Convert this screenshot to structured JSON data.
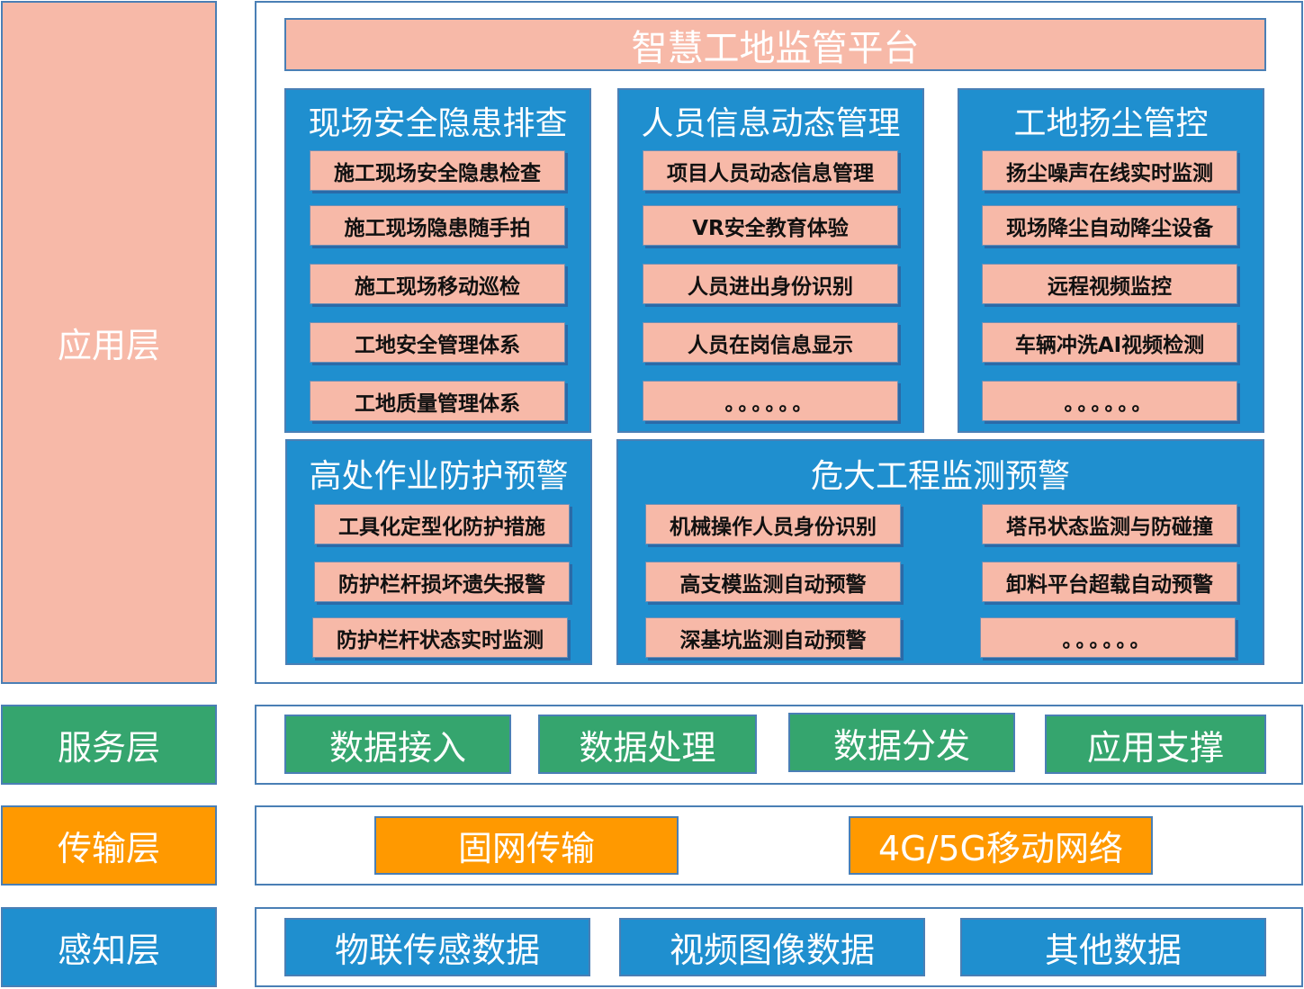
{
  "layers": {
    "app": "应用层",
    "service": "服务层",
    "transport": "传输层",
    "perception": "感知层"
  },
  "platform_title": "智慧工地监管平台",
  "modules": {
    "safety": {
      "title": "现场安全隐患排查",
      "items": [
        "施工现场安全隐患检查",
        "施工现场隐患随手拍",
        "施工现场移动巡检",
        "工地安全管理体系",
        "工地质量管理体系"
      ]
    },
    "personnel": {
      "title": "人员信息动态管理",
      "items": [
        "项目人员动态信息管理",
        "VR安全教育体验",
        "人员进出身份识别",
        "人员在岗信息显示",
        "。。。。。。"
      ]
    },
    "dust": {
      "title": "工地扬尘管控",
      "items": [
        "扬尘噪声在线实时监测",
        "现场降尘自动降尘设备",
        "远程视频监控",
        "车辆冲洗AI视频检测",
        "。。。。。。"
      ]
    },
    "height": {
      "title": "高处作业防护预警",
      "items": [
        "工具化定型化防护措施",
        "防护栏杆损坏遗失报警",
        "防护栏杆状态实时监测"
      ]
    },
    "hazard": {
      "title": "危大工程监测预警",
      "left_items": [
        "机械操作人员身份识别",
        "高支模监测自动预警",
        "深基坑监测自动预警"
      ],
      "right_items": [
        "塔吊状态监测与防碰撞",
        "卸料平台超载自动预警",
        "。。。。。。"
      ]
    }
  },
  "service_items": [
    "数据接入",
    "数据处理",
    "数据分发",
    "应用支撑"
  ],
  "transport_items": [
    "固网传输",
    "4G/5G移动网络"
  ],
  "perception_items": [
    "物联传感数据",
    "视频图像数据",
    "其他数据"
  ],
  "colors": {
    "salmon": "#f7b9a8",
    "green": "#35a56e",
    "orange": "#ff9900",
    "blue": "#1f8fcf",
    "border": "#4a7fb5"
  }
}
